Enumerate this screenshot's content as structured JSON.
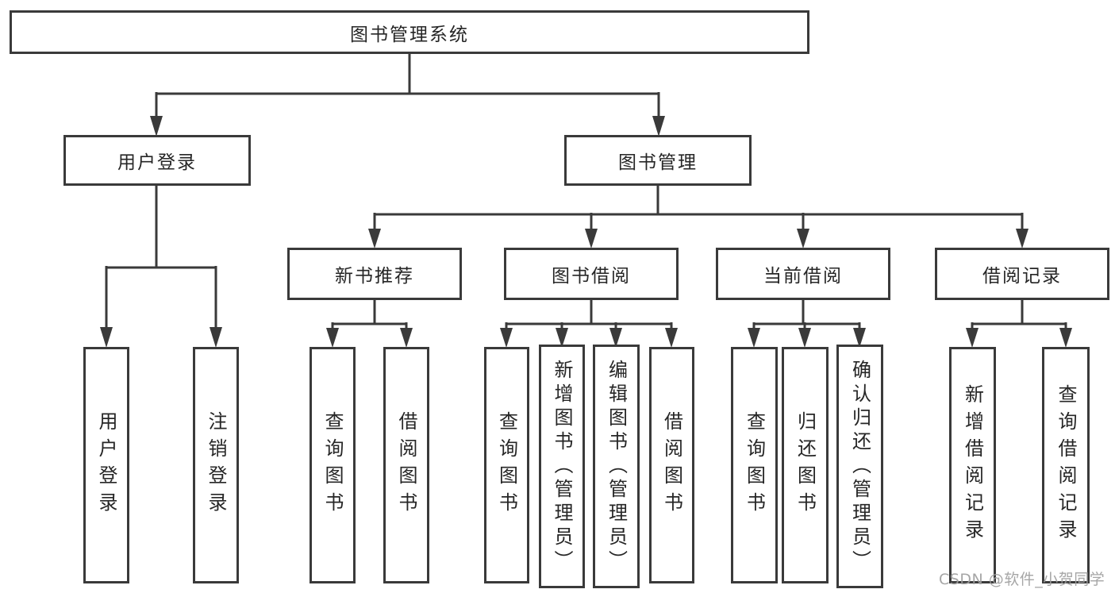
{
  "diagram": {
    "title": "图书管理系统",
    "level2": [
      {
        "label": "用户登录",
        "children": [
          {
            "label": "用户登录"
          },
          {
            "label": "注销登录"
          }
        ]
      },
      {
        "label": "图书管理",
        "children": [
          {
            "label": "新书推荐",
            "children": [
              {
                "label": "查询图书"
              },
              {
                "label": "借阅图书"
              }
            ]
          },
          {
            "label": "图书借阅",
            "children": [
              {
                "label": "查询图书"
              },
              {
                "label": "新增图书（管理员）"
              },
              {
                "label": "编辑图书（管理员）"
              },
              {
                "label": "借阅图书"
              }
            ]
          },
          {
            "label": "当前借阅",
            "children": [
              {
                "label": "查询图书"
              },
              {
                "label": "归还图书"
              },
              {
                "label": "确认归还（管理员）"
              }
            ]
          },
          {
            "label": "借阅记录",
            "children": [
              {
                "label": "新增借阅记录"
              },
              {
                "label": "查询借阅记录"
              }
            ]
          }
        ]
      }
    ]
  },
  "watermark": {
    "text": "CSDN @软件_小贺同学"
  },
  "colors": {
    "line": "#3a3a3a",
    "text": "#262626",
    "watermark": "#9e9e9e",
    "background": "#ffffff"
  }
}
